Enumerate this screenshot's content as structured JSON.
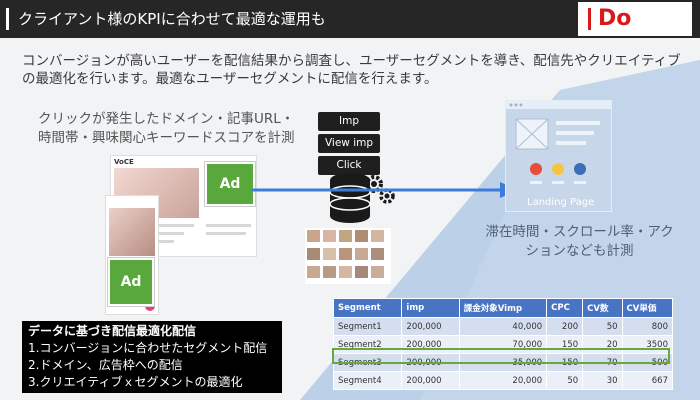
{
  "header": {
    "title": "クライアント様のKPIに合わせて最適な運用も",
    "badge": "Do"
  },
  "intro": "コンバージョンが高いユーザーを配信結果から調査し、ユーザーセグメントを導き、配信先やクリエイティブの最適化を行います。最適なユーザーセグメントに配信を行えます。",
  "left_desc": {
    "line1": "クリックが発生したドメイン・記事URL・",
    "line2": "時間帯・興味関心キーワードスコアを計測"
  },
  "site_mock": {
    "logo": "VoCE",
    "ad_label": "Ad",
    "mobile_ad_label": "Ad"
  },
  "metrics_tags": [
    "Imp",
    "View imp",
    "Click"
  ],
  "landing_page_label": "Landing Page",
  "right_desc": {
    "line1": "滞在時間・スクロール率・アク",
    "line2": "ションなども計測"
  },
  "table": {
    "headers": [
      "Segment",
      "imp",
      "課金対象Vimp",
      "CPC",
      "CV数",
      "CV単価"
    ],
    "rows": [
      [
        "Segment1",
        "200,000",
        "40,000",
        "200",
        "50",
        "800"
      ],
      [
        "Segment2",
        "200,000",
        "70,000",
        "150",
        "20",
        "3500"
      ],
      [
        "Segment3",
        "200,000",
        "35,000",
        "150",
        "70",
        "500"
      ],
      [
        "Segment4",
        "200,000",
        "20,000",
        "50",
        "30",
        "667"
      ]
    ]
  },
  "summary": {
    "title": "データに基づき配信最適化配信",
    "items": [
      "1.コンバージョンに合わせたセグメント配信",
      "2.ドメイン、広告枠への配信",
      "3.クリエイティブｘセグメントの最適化"
    ]
  },
  "colors": {
    "header_bg": "#262626",
    "accent_red": "#d7191c",
    "ad_green": "#58a83b",
    "arrow_blue": "#3d7dd8",
    "table_header": "#4874c4",
    "highlight_green": "#6aa83b"
  }
}
